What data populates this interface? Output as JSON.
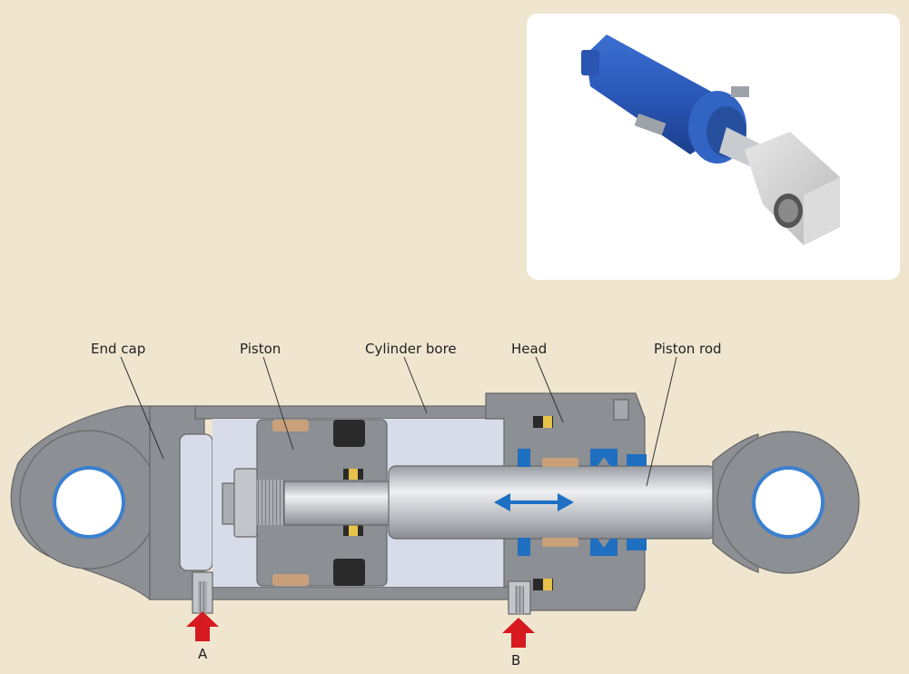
{
  "labels": {
    "end_cap": "End cap",
    "piston": "Piston",
    "cylinder_bore": "Cylinder bore",
    "head": "Head",
    "piston_rod": "Piston rod",
    "port_a": "A",
    "port_b": "B"
  },
  "colors": {
    "background": "#f0e6d0",
    "steel": "#8c8f93",
    "steel_light": "#b4b7ba",
    "chamber": "#d8dbe8",
    "seal_tan": "#c9a07a",
    "seal_dark": "#2a2a2a",
    "seal_blue": "#1e6fc0",
    "arrow_blue": "#1f6fc4",
    "port_arrow_red": "#d71920",
    "photo_cylinder_blue": "#2f5db8"
  },
  "icons": {
    "motion_arrow": "double-headed-arrow-icon",
    "port_arrow": "up-arrow-icon"
  }
}
